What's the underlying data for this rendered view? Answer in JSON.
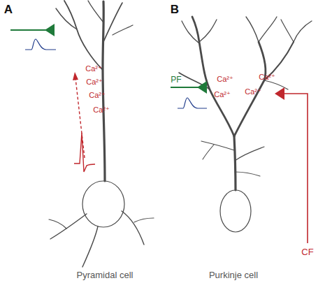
{
  "diagram": {
    "labels": [
      "A",
      "Ca²⁺",
      "Ca²⁺",
      "Ca²⁺",
      "Ca²⁺",
      "B",
      "PF",
      "Ca²⁺",
      "Ca²⁺",
      "Ca²⁺",
      "Ca²⁺",
      "CF",
      "Pyramidal cell",
      "Purkinje cell"
    ]
  }
}
